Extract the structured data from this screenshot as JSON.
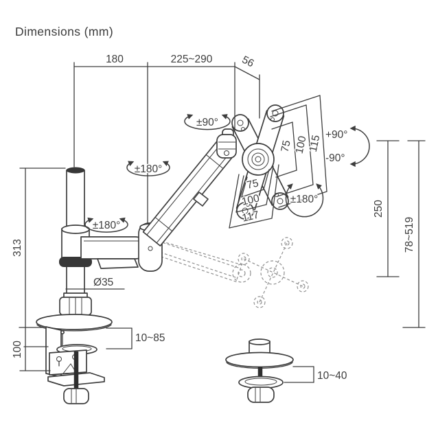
{
  "title": "Dimensions (mm)",
  "colors": {
    "line": "#3d3d3d",
    "ghost_line": "#8f8f8f",
    "background": "#ffffff"
  },
  "dims": {
    "arm_lower": "180",
    "arm_upper": "225~290",
    "head_depth": "56",
    "pole_height": "313",
    "clamp_height": "100",
    "desk_thickness_clamp": "10~85",
    "pole_diameter": "Ø35",
    "vesa_v_inner": "75",
    "vesa_v_mid": "100",
    "plate_height": "115",
    "vesa_h_inner": "75",
    "vesa_h_mid": "100",
    "plate_width": "117",
    "lift_range": "250",
    "height_range": "78~519",
    "desk_thickness_grommet": "10~40"
  },
  "rotations": {
    "head_swivel": "±90°",
    "arm_swivel": "±180°",
    "pole_swivel": "±180°",
    "tilt_up": "+90°",
    "tilt_down": "-90°",
    "plate_rotation": "±180°"
  }
}
